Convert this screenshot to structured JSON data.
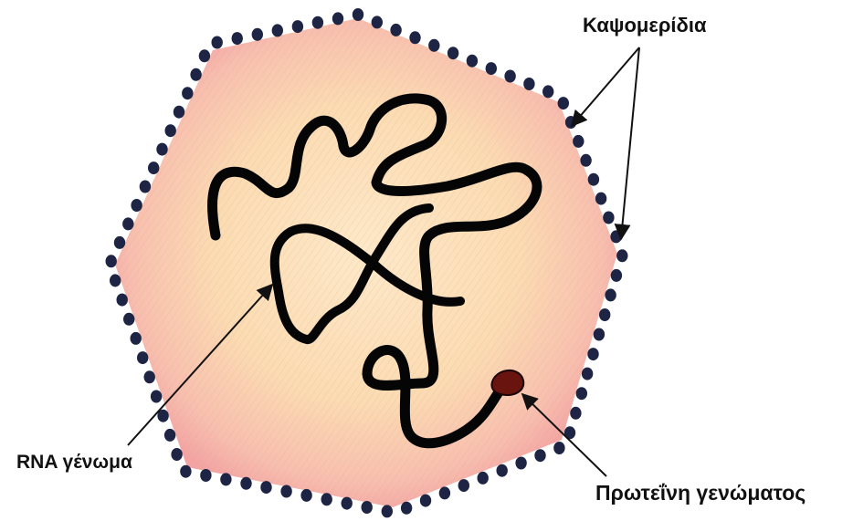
{
  "labels": {
    "capsomeres": "Καψομερίδια",
    "rna_genome": "RNA γένωμα",
    "genome_protein": "Πρωτεΐνη γενώματος"
  },
  "colors": {
    "capsomere": "#1d2444",
    "capsid_fill_outer": "#f4a7a3",
    "capsid_fill_inner": "#fbdcb2",
    "genome_strand": "#050505",
    "genome_protein": "#6a1410",
    "arrow": "#111111"
  },
  "icons": {
    "capsomere": "dark-blue-dot",
    "genome_protein": "brown-blob"
  }
}
